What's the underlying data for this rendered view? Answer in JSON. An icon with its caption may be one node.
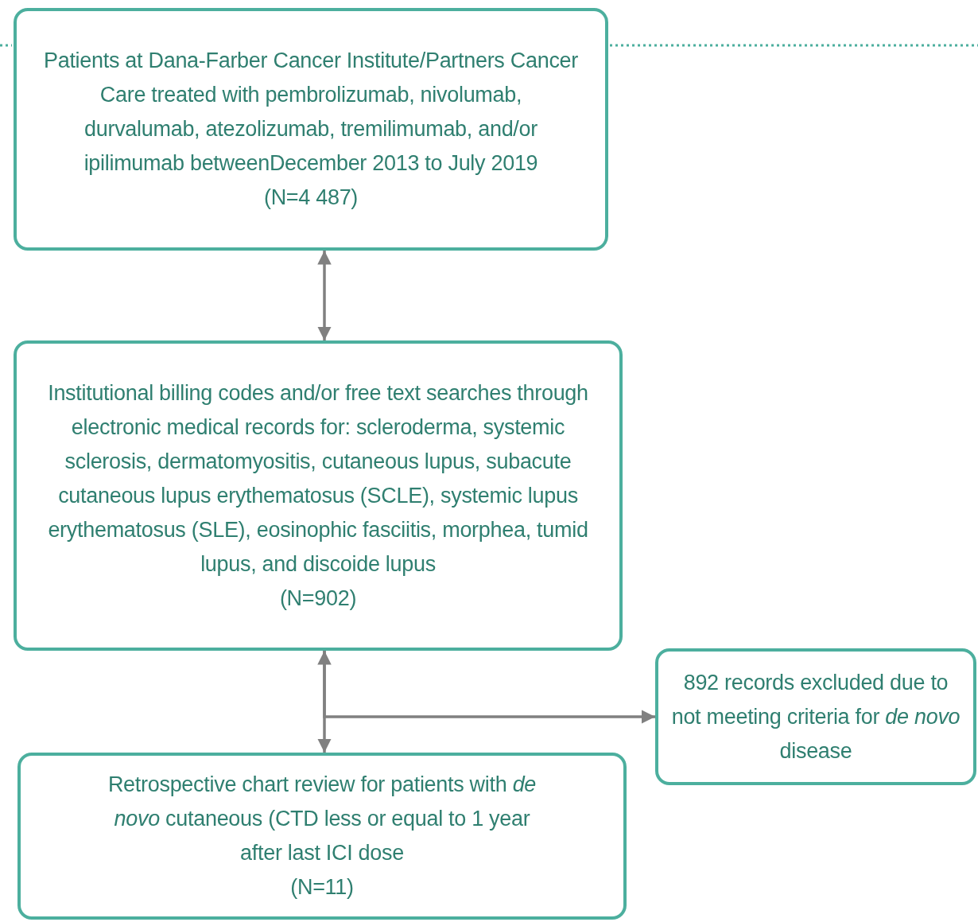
{
  "diagram": {
    "nodes": [
      {
        "text": [
          "Patients at Dana-Farber Cancer Institute/Partners Cancer Care treated with pembrolizumab, nivolumab, durvalumab, atezolizumab, tremilimumab, and/or ipilimumab betweenDecember 2013 to July 2019",
          "(N=4 487)"
        ]
      },
      {
        "text": [
          "Institutional billing codes and/or free text searches through electronic medical records for: scleroderma, systemic sclerosis, dermatomyositis, cutaneous lupus, subacute cutaneous lupus erythematosus (SCLE), systemic lupus erythematosus (SLE), eosinophic fasciitis, morphea, tumid lupus, and discoide lupus",
          "(N=902)"
        ]
      },
      {
        "text": [
          "Retrospective chart review for patients with *de novo* cutaneous (CTD less or equal to 1 year after last ICI dose",
          "(N=11)"
        ]
      },
      {
        "text": [
          "892 records excluded due to not meeting criteria for *de novo* disease"
        ]
      }
    ],
    "edges": [
      {
        "from": 0,
        "to": 1,
        "arrow": "both"
      },
      {
        "from": 1,
        "to": 2,
        "arrow": "both"
      },
      {
        "from": 1,
        "to": 3,
        "arrow": "to"
      }
    ]
  }
}
